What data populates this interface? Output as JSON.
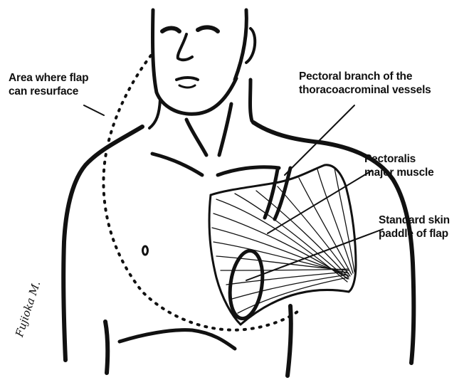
{
  "figure": {
    "colors": {
      "ink": "#111111",
      "background": "#ffffff"
    },
    "labels": {
      "flap_area": {
        "line1": "Area  where flap",
        "line2": "can resurface"
      },
      "pectoral_branch": {
        "line1": "Pectoral branch of the",
        "line2": "thoracoacrominal vessels"
      },
      "pectoralis": {
        "line1": "Pectoralis",
        "line2": "major muscle"
      },
      "skin_paddle": {
        "line1": "Standard skin",
        "line2": "paddle of flap"
      }
    },
    "signature": "Fujioka M."
  }
}
